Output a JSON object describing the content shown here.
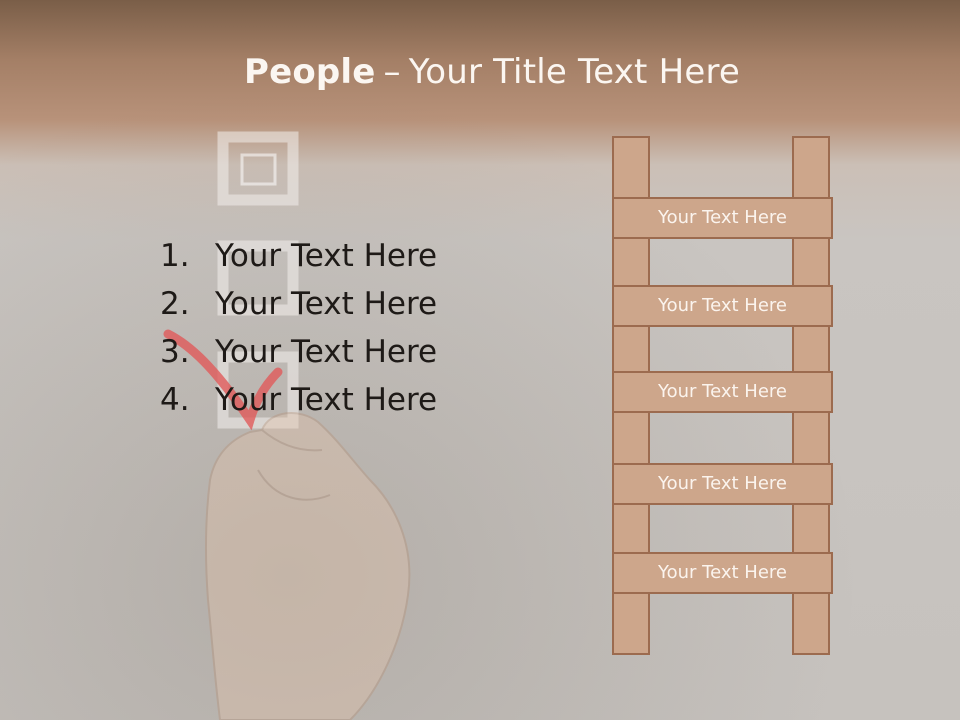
{
  "title": {
    "bold": "People",
    "dash": "–",
    "rest": "Your Title Text Here"
  },
  "list": [
    {
      "num": "1.",
      "text": "Your Text Here"
    },
    {
      "num": "2.",
      "text": "Your Text Here"
    },
    {
      "num": "3.",
      "text": "Your Text Here"
    },
    {
      "num": "4.",
      "text": "Your Text Here"
    }
  ],
  "ladder": {
    "rungs": [
      "Your Text Here",
      "Your Text Here",
      "Your Text Here",
      "Your Text Here",
      "Your Text Here"
    ]
  },
  "colors": {
    "ladder_fill": "#cda68b",
    "ladder_border": "#9c6b4f",
    "title_band": "#a47f66",
    "check_mark": "#e05a5a"
  }
}
